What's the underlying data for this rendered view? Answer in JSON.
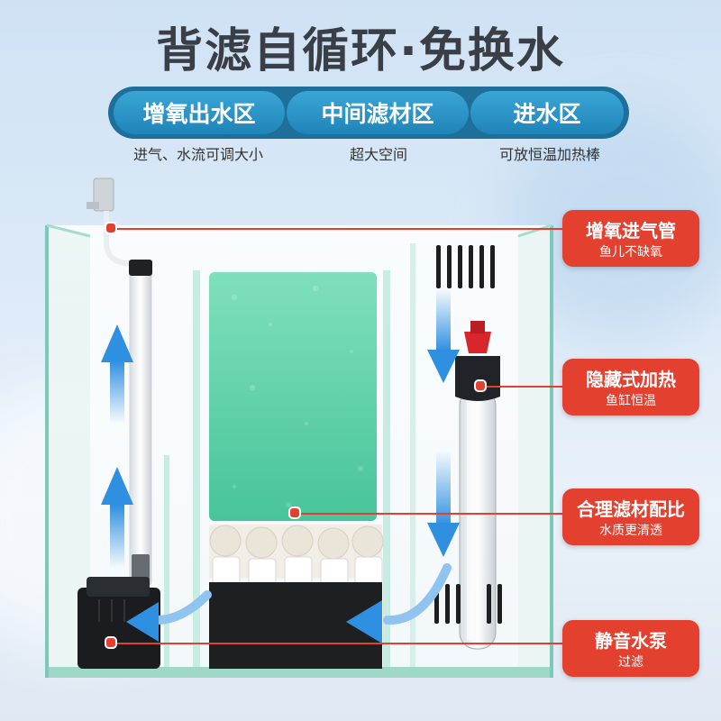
{
  "title": "背滤自循环·免换水",
  "zones": [
    {
      "label": "增氧出水区",
      "desc": "进气、水流可调大小"
    },
    {
      "label": "中间滤材区",
      "desc": "超大空间"
    },
    {
      "label": "进水区",
      "desc": "可放恒温加热棒"
    }
  ],
  "callouts": [
    {
      "title": "增氧进气管",
      "sub": "鱼儿不缺氧"
    },
    {
      "title": "隐藏式加热",
      "sub": "鱼缸恒温"
    },
    {
      "title": "合理滤材配比",
      "sub": "水质更清透"
    },
    {
      "title": "静音水泵",
      "sub": "过滤"
    }
  ],
  "colors": {
    "accent": "#e4402f",
    "zone_blue": "#2a93c8",
    "flow_arrow": "#2f8fe0",
    "filter_green": "#5fd0a8"
  }
}
